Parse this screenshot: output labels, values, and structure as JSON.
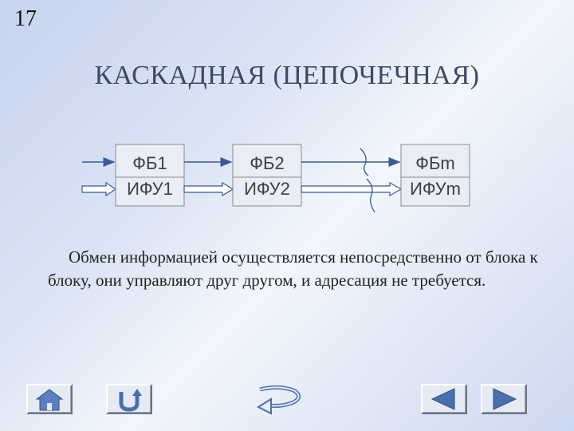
{
  "slide": {
    "number": "17",
    "title": "КАСКАДНАЯ (ЦЕПОЧЕЧНАЯ)"
  },
  "diagram": {
    "blocks": [
      {
        "fb": "ФБ1",
        "ifu": "ИФУ1"
      },
      {
        "fb": "ФБ2",
        "ifu": "ИФУ2"
      },
      {
        "fb": "ФБm",
        "ifu": "ИФУm"
      }
    ]
  },
  "body": {
    "text": "Обмен информацией осуществляется непосредственно от блока к блоку, они управляют друг другом, и адресация не требуется."
  },
  "navigation": {
    "buttons": [
      {
        "name": "home-button",
        "icon": "home-icon"
      },
      {
        "name": "back-button",
        "icon": "u-turn-icon"
      },
      {
        "name": "return-button",
        "icon": "return-arrow-icon"
      },
      {
        "name": "previous-button",
        "icon": "triangle-left-icon"
      },
      {
        "name": "next-button",
        "icon": "triangle-right-icon"
      }
    ]
  },
  "colors": {
    "accent": "#3b5998",
    "title": "#3c4a68",
    "box_border": "#8a8a8a",
    "nav_icon": "#4a6fb0"
  }
}
